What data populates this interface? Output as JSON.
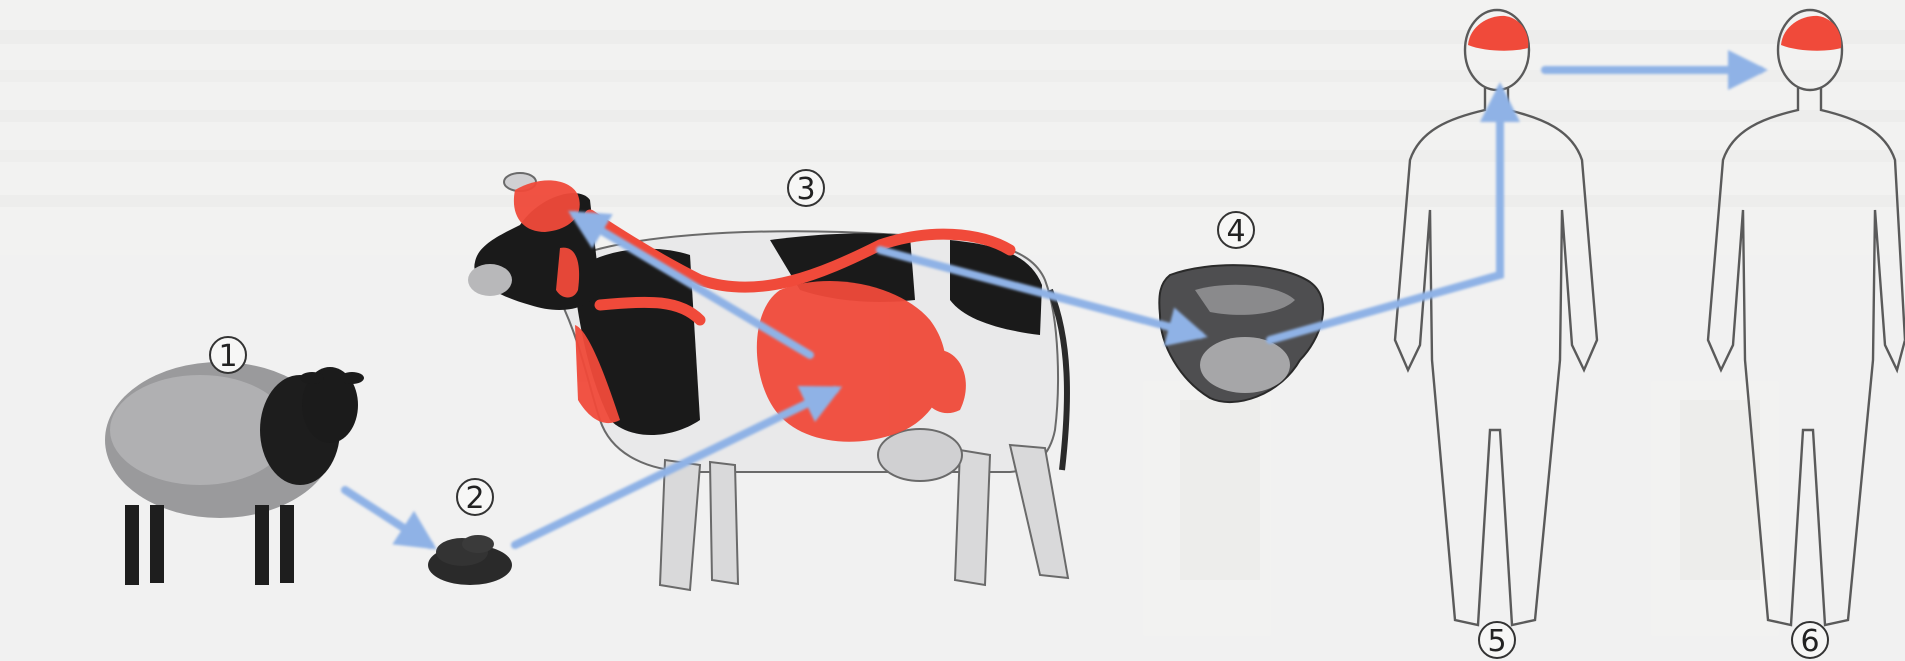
{
  "steps": [
    {
      "number": "1"
    },
    {
      "number": "2"
    },
    {
      "number": "3"
    },
    {
      "number": "4"
    },
    {
      "number": "5"
    },
    {
      "number": "6"
    }
  ],
  "colors": {
    "background": "#f2f2f1",
    "arrow": "#8fb2e6",
    "infection": "#f04a3a",
    "outline": "#5a5a5a"
  }
}
